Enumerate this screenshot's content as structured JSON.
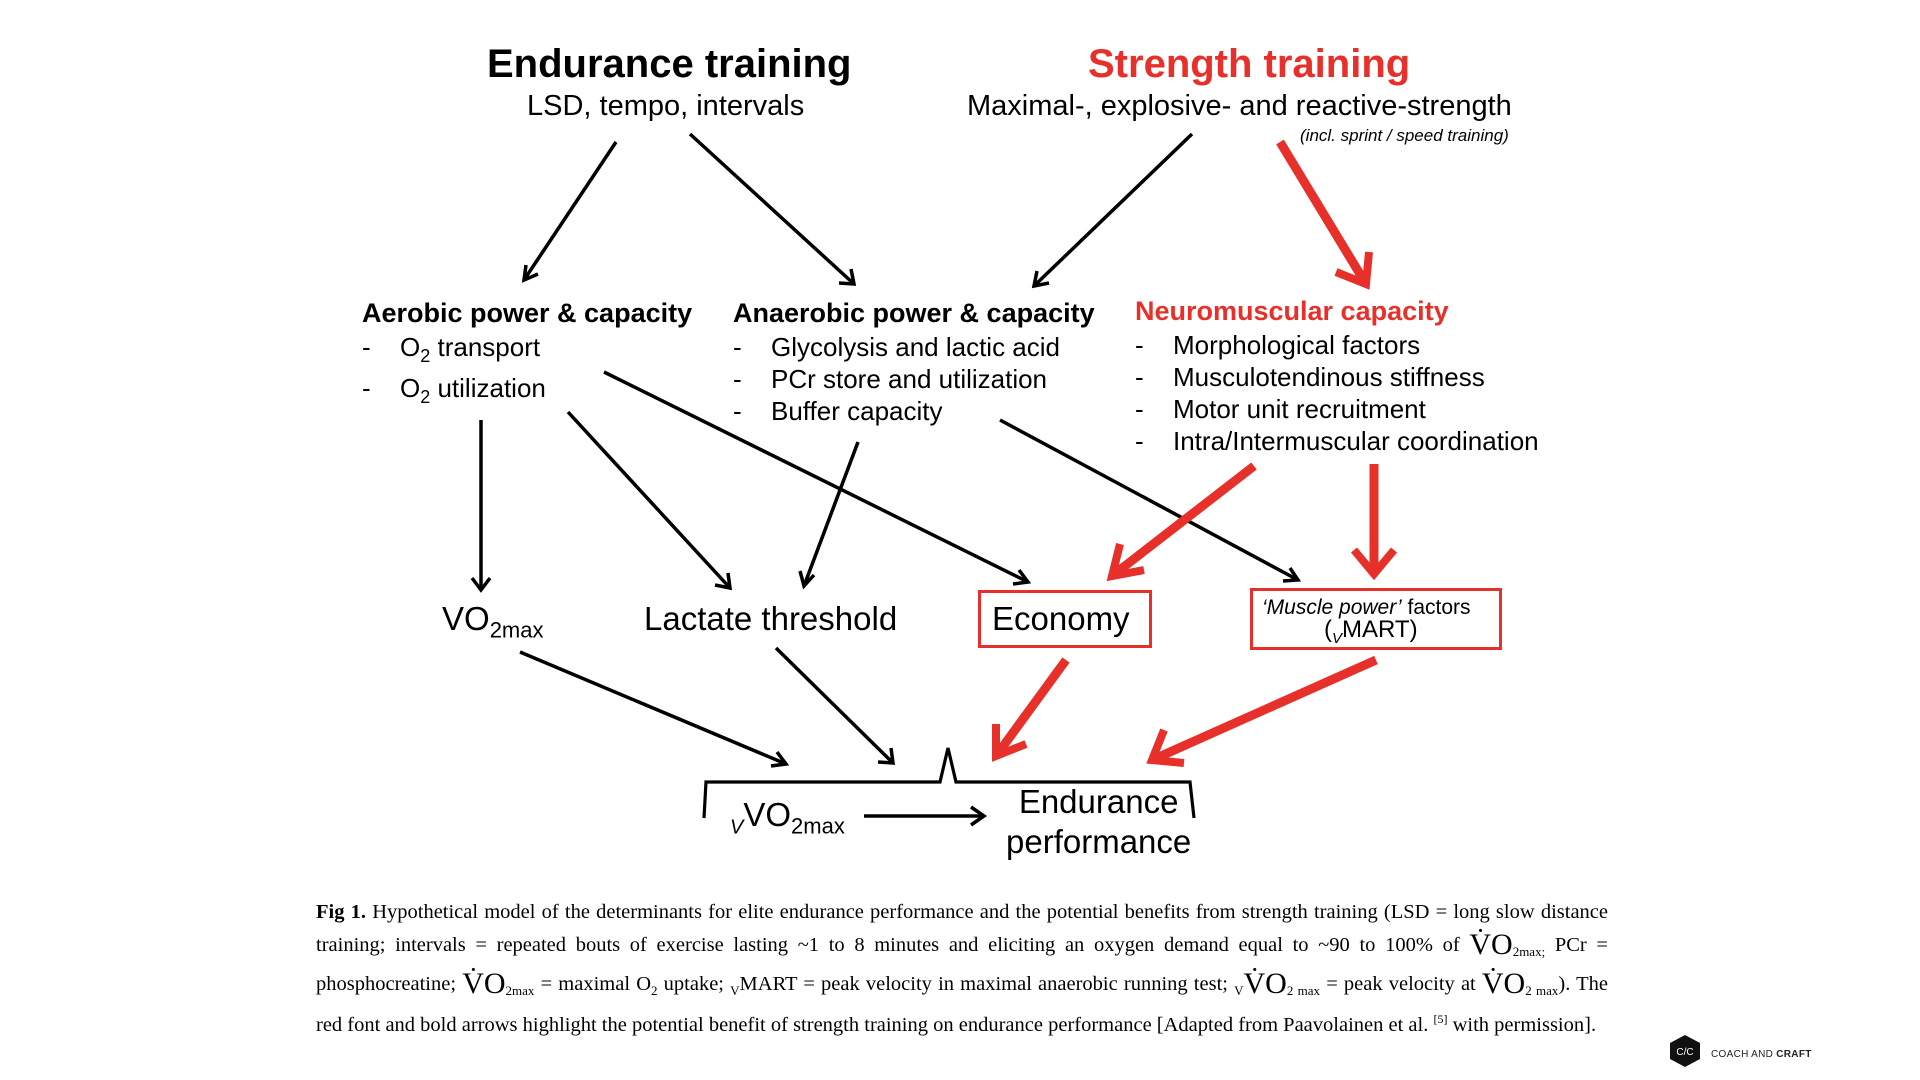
{
  "endurance": {
    "title": "Endurance training",
    "subtitle": "LSD, tempo, intervals"
  },
  "strength": {
    "title": "Strength training",
    "subtitle": "Maximal-, explosive- and reactive-strength",
    "note": "(incl. sprint / speed training)"
  },
  "aerobic": {
    "heading": "Aerobic power & capacity",
    "items": [
      "O2 transport",
      "O2 utilization"
    ]
  },
  "anaerobic": {
    "heading": "Anaerobic power & capacity",
    "items": [
      "Glycolysis and lactic acid",
      "PCr store and utilization",
      "Buffer capacity"
    ]
  },
  "neuromuscular": {
    "heading": "Neuromuscular capacity",
    "items": [
      "Morphological factors",
      "Musculotendinous stiffness",
      "Motor unit recruitment",
      "Intra/Intermuscular coordination"
    ]
  },
  "nodes": {
    "vo2max": "VO2max",
    "lactate": "Lactate threshold",
    "economy": "Economy",
    "muscle_power_a": "‘Muscle power’",
    "muscle_power_b": "factors",
    "muscle_power_c": "(VMART)",
    "vvo2max": "VVO2max",
    "performance_1": "Endurance",
    "performance_2": "performance"
  },
  "caption": {
    "fig_label": "Fig 1.",
    "part1": "Hypothetical model of the determinants for elite endurance performance and the potential benefits from strength training (LSD = long slow distance training; intervals = repeated bouts of exercise lasting ~1 to 8 minutes and eliciting an oxygen demand equal to ~90 to 100% of",
    "part2": "PCr = phosphocreatine;",
    "part3": "= maximal O2 uptake;",
    "part4": "MART = peak velocity in maximal anaerobic running test;",
    "part5": "= peak velocity at",
    "part6": "). The red font and bold arrows highlight the potential benefit of strength training on endurance performance [Adapted from Paavolainen et al.",
    "ref": "[5]",
    "part7": "with permission]."
  },
  "logo": {
    "text_a": "COACH AND",
    "text_b": "CRAFT",
    "mark": "C/C"
  },
  "colors": {
    "accent": "#e8302a",
    "text": "#000000"
  }
}
